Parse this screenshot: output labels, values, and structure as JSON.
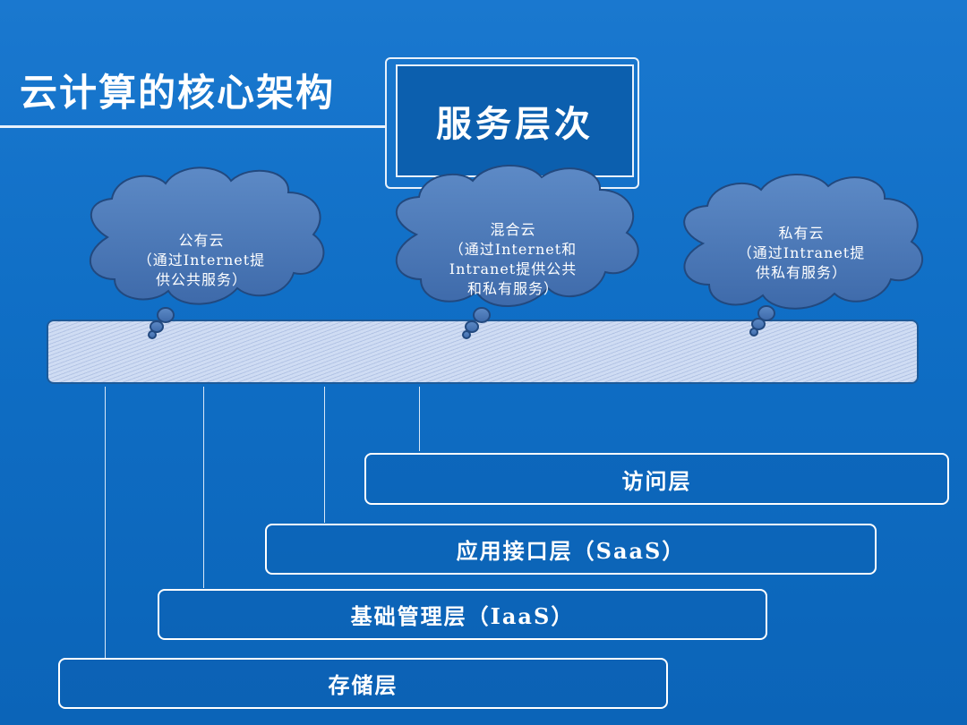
{
  "title": "云计算的核心架构",
  "badge": "服务层次",
  "clouds": [
    {
      "lines": [
        "公有云",
        "（通过Internet提",
        "供公共服务）"
      ]
    },
    {
      "lines": [
        "混合云",
        "（通过Internet和",
        "Intranet提供公共",
        "和私有服务）"
      ]
    },
    {
      "lines": [
        "私有云",
        "（通过Intranet提",
        "供私有服务）"
      ]
    }
  ],
  "layers": [
    {
      "label": "访问层"
    },
    {
      "label": "应用接口层（SaaS）"
    },
    {
      "label": "基础管理层（IaaS）"
    },
    {
      "label": "存储层"
    }
  ],
  "colors": {
    "background": "#1172c9",
    "cloud_fill": "#4a76b6",
    "band_fill": "#cfdcf3",
    "line": "#ffffff"
  }
}
